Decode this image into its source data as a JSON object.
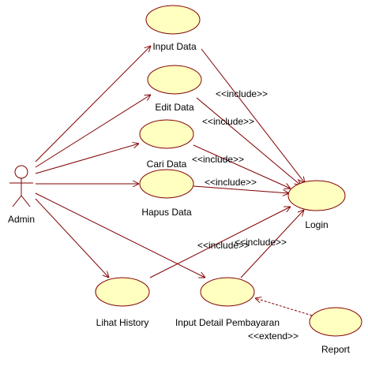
{
  "actor": {
    "name": "Admin"
  },
  "use_cases": {
    "input_data": "Input Data",
    "edit_data": "Edit Data",
    "cari_data": "Cari Data",
    "hapus_data": "Hapus Data",
    "login": "Login",
    "lihat_history": "Lihat History",
    "input_detail_pembayaran": "Input Detail Pembayaran",
    "report": "Report"
  },
  "relations": {
    "include_1": "<<include>>",
    "include_2": "<<include>>",
    "include_3": "<<include>>",
    "include_4": "<<include>>",
    "include_5": "<<include>>",
    "include_6": "<<include>>",
    "extend": "<<extend>>"
  },
  "colors": {
    "use_case_fill": "#ffffc0",
    "line": "#800000",
    "text": "#000000"
  }
}
